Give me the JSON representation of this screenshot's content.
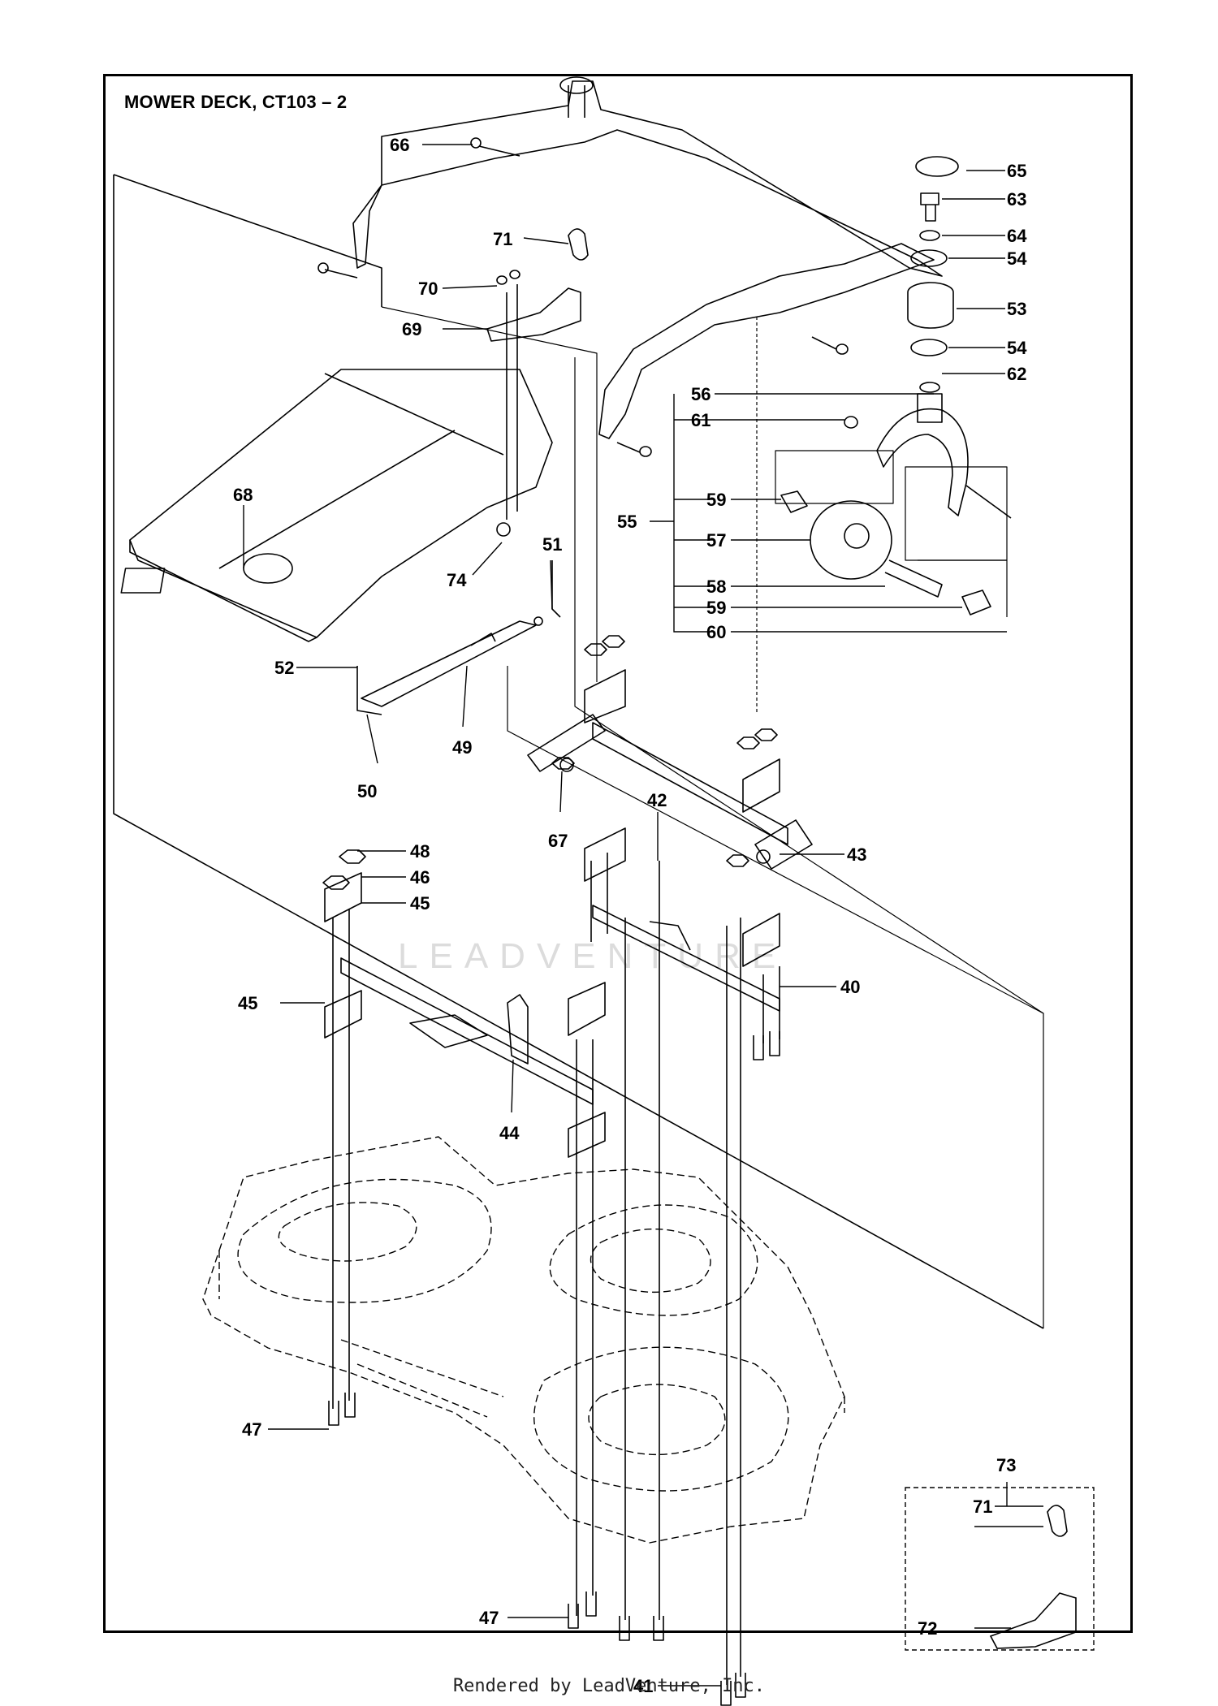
{
  "title": "MOWER DECK, CT103 – 2",
  "watermark": "LEADVENTURE",
  "footer": "Rendered by LeadVenture, Inc.",
  "colors": {
    "line": "#000000",
    "watermark": "#dcdcdc"
  },
  "callouts": {
    "c66": "66",
    "c71": "71",
    "c70": "70",
    "c69": "69",
    "c68": "68",
    "c74": "74",
    "c65": "65",
    "c63": "63",
    "c64": "64",
    "c54a": "54",
    "c53": "53",
    "c54b": "54",
    "c62": "62",
    "c56": "56",
    "c61": "61",
    "c55": "55",
    "c59a": "59",
    "c57": "57",
    "c58": "58",
    "c59b": "59",
    "c60": "60",
    "c51": "51",
    "c52": "52",
    "c49": "49",
    "c50": "50",
    "c67": "67",
    "c42": "42",
    "c43": "43",
    "c48": "48",
    "c46": "46",
    "c45a": "45",
    "c45b": "45",
    "c40": "40",
    "c44": "44",
    "c47a": "47",
    "c47b": "47",
    "c41": "41",
    "c73": "73",
    "c71b": "71",
    "c72": "72"
  }
}
